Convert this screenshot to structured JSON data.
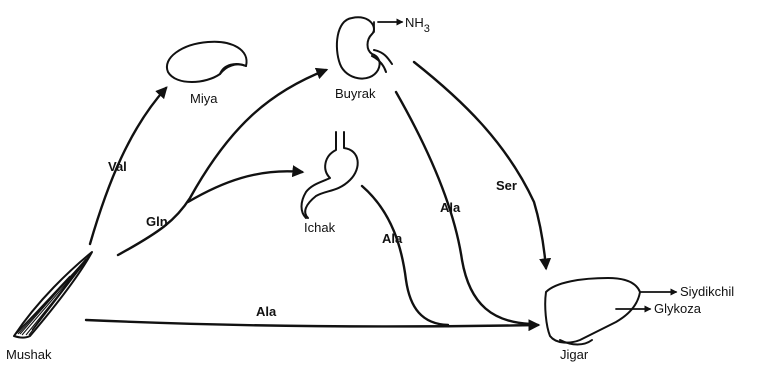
{
  "organs": {
    "muscle": "Mushak",
    "brain": "Miya",
    "kidney": "Buyrak",
    "intestine": "Ichak",
    "liver": "Jigar"
  },
  "products": {
    "ammonia_base": "NH",
    "ammonia_sub": "3",
    "urea": "Siydikchil",
    "glucose": "Glykoza"
  },
  "amino_acids": {
    "valine": "Val",
    "glutamine": "Gln",
    "serine": "Ser",
    "alanine_kidney": "Ala",
    "alanine_intestine": "Ala",
    "alanine_muscle": "Ala"
  }
}
